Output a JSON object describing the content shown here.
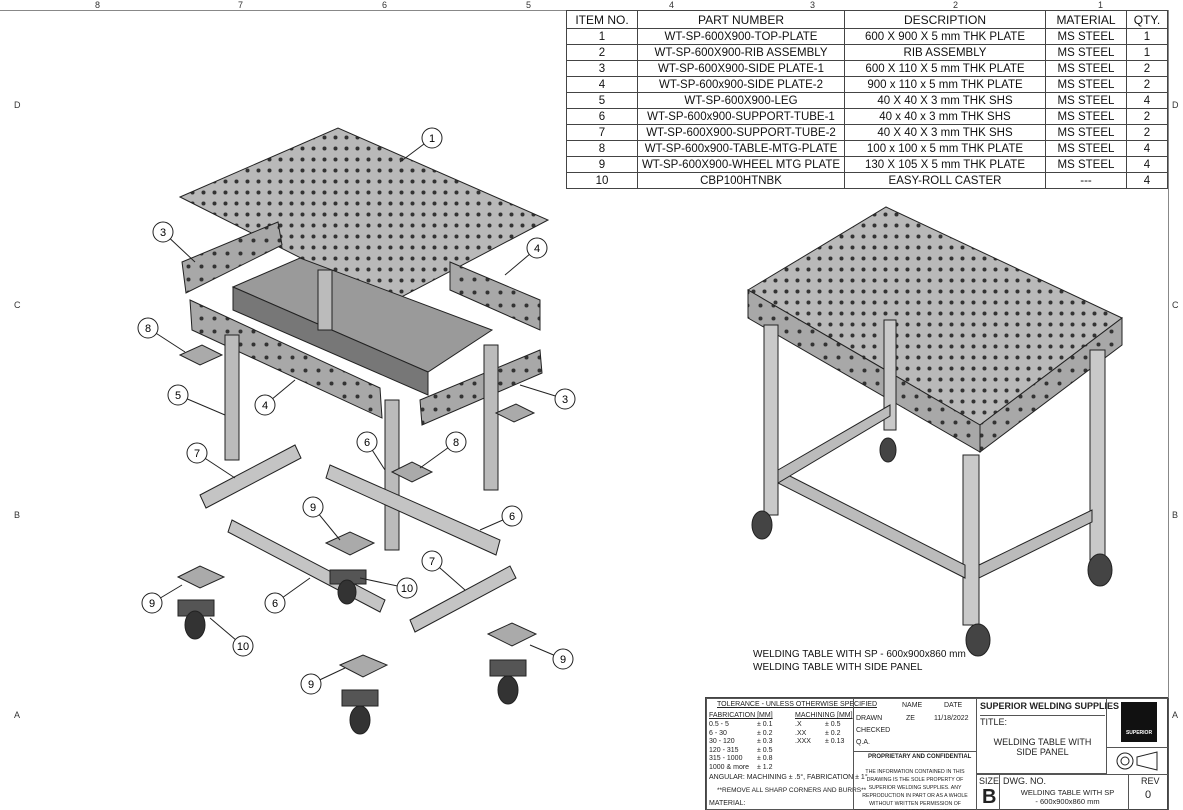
{
  "zones": {
    "columns": [
      "8",
      "7",
      "6",
      "5",
      "4",
      "3",
      "2",
      "1"
    ],
    "rows": [
      "D",
      "C",
      "B",
      "A"
    ]
  },
  "bom": {
    "headers": [
      "ITEM NO.",
      "PART NUMBER",
      "DESCRIPTION",
      "MATERIAL",
      "QTY."
    ],
    "rows": [
      [
        "1",
        "WT-SP-600X900-TOP-PLATE",
        "600 X 900 X 5 mm THK PLATE",
        "MS STEEL",
        "1"
      ],
      [
        "2",
        "WT-SP-600X900-RIB ASSEMBLY",
        "RIB ASSEMBLY",
        "MS STEEL",
        "1"
      ],
      [
        "3",
        "WT-SP-600X900-SIDE PLATE-1",
        "600 X 110 X 5 mm THK PLATE",
        "MS STEEL",
        "2"
      ],
      [
        "4",
        "WT-SP-600x900-SIDE PLATE-2",
        "900 x 110 x 5 mm THK PLATE",
        "MS STEEL",
        "2"
      ],
      [
        "5",
        "WT-SP-600X900-LEG",
        "40 X 40 X 3 mm THK SHS",
        "MS STEEL",
        "4"
      ],
      [
        "6",
        "WT-SP-600x900-SUPPORT-TUBE-1",
        "40 x 40 x 3 mm THK SHS",
        "MS STEEL",
        "2"
      ],
      [
        "7",
        "WT-SP-600X900-SUPPORT-TUBE-2",
        "40 X 40 X 3 mm THK SHS",
        "MS STEEL",
        "2"
      ],
      [
        "8",
        "WT-SP-600x900-TABLE-MTG-PLATE",
        "100 x 100 x 5 mm THK PLATE",
        "MS STEEL",
        "4"
      ],
      [
        "9",
        "WT-SP-600X900-WHEEL MTG PLATE",
        "130 X 105 X 5 mm THK PLATE",
        "MS STEEL",
        "4"
      ],
      [
        "10",
        "CBP100HTNBK",
        "EASY-ROLL CASTER",
        "---",
        "4"
      ]
    ]
  },
  "balloons": [
    "1",
    "3",
    "4",
    "8",
    "5",
    "4",
    "3",
    "7",
    "6",
    "8",
    "6",
    "9",
    "10",
    "7",
    "6",
    "9",
    "10",
    "9",
    "9"
  ],
  "caption": {
    "line1": "WELDING TABLE WITH SP - 600x900x860 mm",
    "line2": "WELDING TABLE WITH SIDE PANEL"
  },
  "title_block": {
    "tolerance_header": "TOLERANCE - UNLESS OTHERWISE SPECIFIED",
    "fabrication_header": "FABRICATION [MM]",
    "machining_header": "MACHINING [MM]",
    "fabrication": [
      [
        "0.5 - 5",
        "± 0.1"
      ],
      [
        "6 - 30",
        "± 0.2"
      ],
      [
        "30 - 120",
        "± 0.3"
      ],
      [
        "120 - 315",
        "± 0.5"
      ],
      [
        "315 - 1000",
        "± 0.8"
      ],
      [
        "1000 & more",
        "± 1.2"
      ]
    ],
    "machining": [
      [
        ".X",
        "± 0.5"
      ],
      [
        ".XX",
        "± 0.2"
      ],
      [
        ".XXX",
        "± 0.13"
      ]
    ],
    "angular": "ANGULAR: MACHINING ± .5°, FABRICATION ± 1°",
    "remove_burrs": "**REMOVE ALL SHARP CORNERS AND BURRS**",
    "material": "MATERIAL:",
    "name_header": "NAME",
    "date_header": "DATE",
    "drawn": "DRAWN",
    "drawn_name": "ZE",
    "drawn_date": "11/18/2022",
    "checked": "CHECKED",
    "qa": "Q.A.",
    "proprietary": "PROPRIETARY AND CONFIDENTIAL",
    "proprietary_text": "THE INFORMATION CONTAINED IN THIS DRAWING IS THE SOLE PROPERTY OF SUPERIOR WELDING SUPPLIES. ANY REPRODUCTION IN PART OR AS A WHOLE WITHOUT WRITTEN PERMISSION OF SUPERIOR WELDING SUPPLIES IS PROHIBITED.",
    "company": "SUPERIOR WELDING SUPPLIES",
    "title_label": "TITLE:",
    "title": "WELDING TABLE WITH SIDE PANEL",
    "logo_text": "SUPERIOR",
    "size_label": "SIZE",
    "size": "B",
    "dwg_no_label": "DWG.  NO.",
    "dwg_no": "WELDING TABLE WITH SP - 600x900x860 mm",
    "rev_label": "REV",
    "rev": "0"
  }
}
